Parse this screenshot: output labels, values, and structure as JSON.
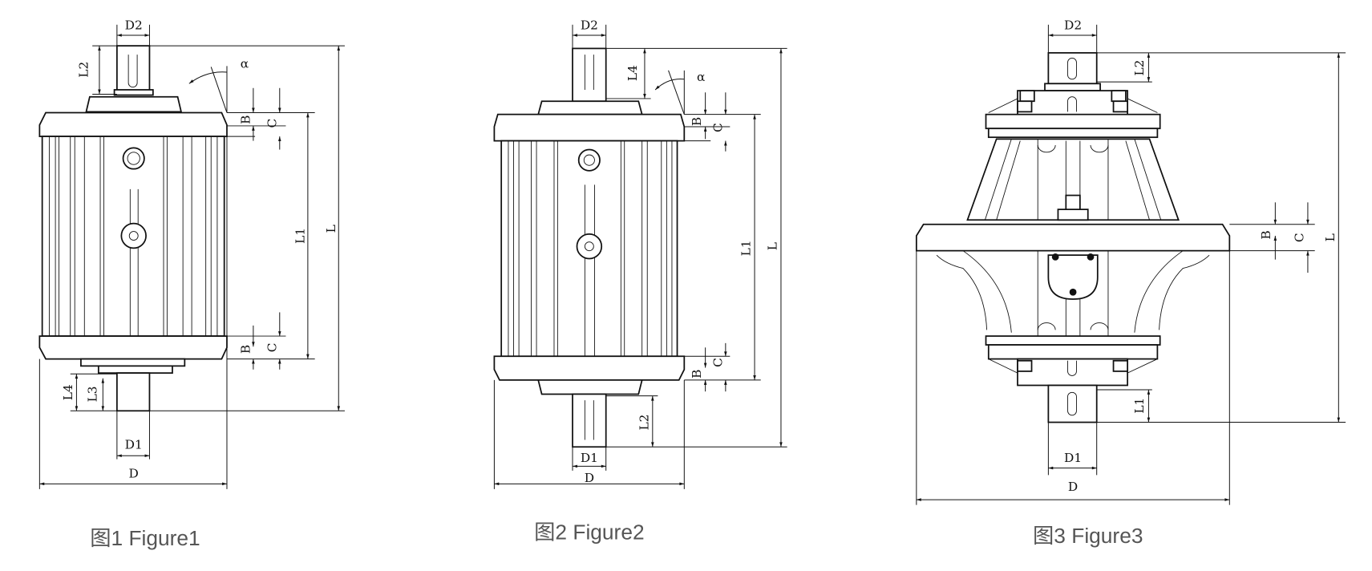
{
  "figures": [
    {
      "caption": "图1 Figure1",
      "labels": {
        "D2": "D2",
        "L2": "L2",
        "alpha": "α",
        "B_top": "B",
        "C_top": "C",
        "L1": "L1",
        "L": "L",
        "B_bottom": "B",
        "C_bottom": "C",
        "L4": "L4",
        "L3": "L3",
        "D1": "D1",
        "D": "D"
      }
    },
    {
      "caption": "图2 Figure2",
      "labels": {
        "D2": "D2",
        "L4": "L4",
        "alpha": "α",
        "B_top": "B",
        "C_top": "C",
        "L1": "L1",
        "L": "L",
        "B_bottom": "B",
        "C_bottom": "C",
        "L2": "L2",
        "D1": "D1",
        "D": "D"
      }
    },
    {
      "caption": "图3 Figure3",
      "labels": {
        "D2": "D2",
        "L2": "L2",
        "B": "B",
        "C": "C",
        "L": "L",
        "L1": "L1",
        "D1": "D1",
        "D": "D"
      }
    }
  ]
}
